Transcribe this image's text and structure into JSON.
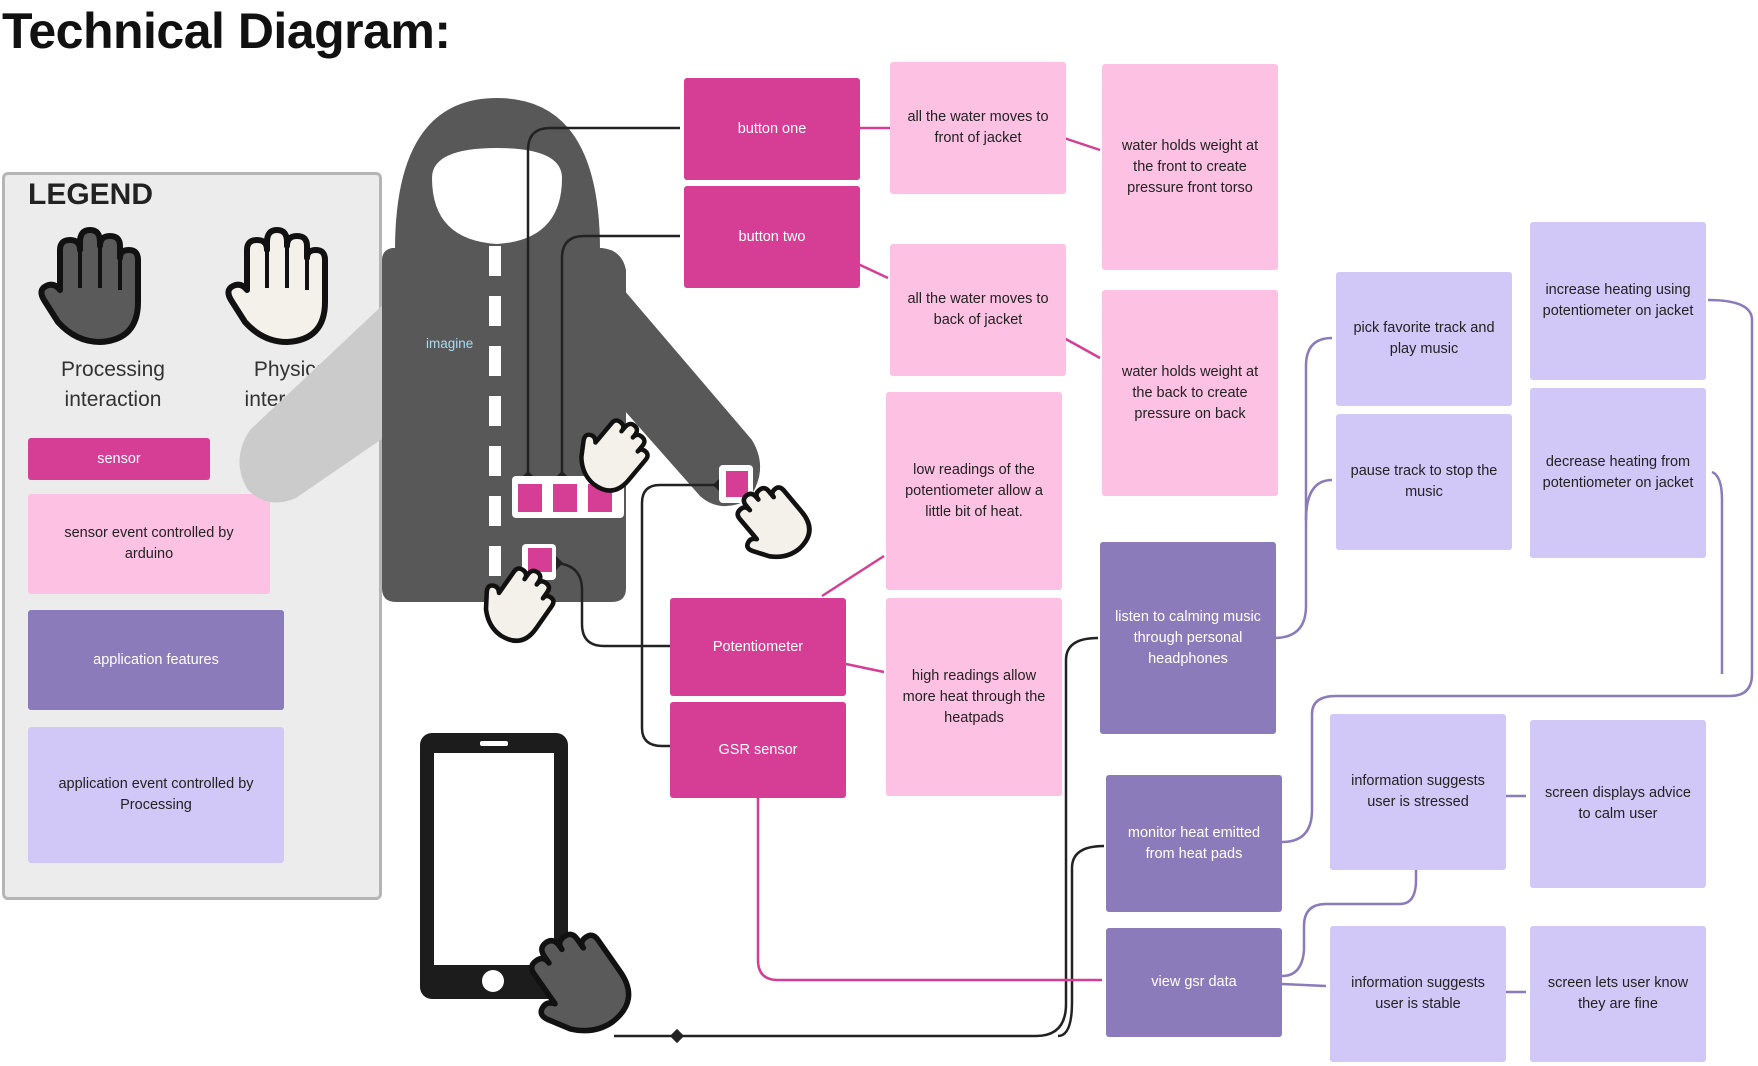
{
  "title": "Technical Diagram:",
  "legend": {
    "title": "LEGEND",
    "processing_label": "Processing interaction",
    "physical_label": "Physical interaction",
    "sensor": "sensor",
    "sensor_event": "sensor event controlled by arduino",
    "app_features": "application features",
    "app_event": "application event controlled by Processing"
  },
  "jacket_label": "imagine",
  "colors": {
    "sensor": "#d63d94",
    "sensor_event": "#fdc1e3",
    "app_feature": "#8b7bbb",
    "app_event": "#d2c8f8",
    "jacket": "#585858"
  },
  "nodes": {
    "button_one": "button one",
    "button_two": "button two",
    "potentiometer": "Potentiometer",
    "gsr_sensor": "GSR sensor",
    "water_front": "all the water moves to front of jacket",
    "water_back": "all the water moves to back of jacket",
    "weight_front": "water holds weight at the front to create pressure front torso",
    "weight_back": "water holds weight at the back to create pressure on back",
    "low_readings": "low readings of the potentiometer allow a little bit of heat.",
    "high_readings": "high readings allow more heat through the heatpads",
    "listen_music": "listen to calming music through personal headphones",
    "monitor_heat": "monitor heat emitted from heat pads",
    "view_gsr": "view gsr data",
    "pick_track": "pick favorite track and play music",
    "pause_track": "pause track to stop the music",
    "increase_heat": "increase heating using potentiometer on jacket",
    "decrease_heat": "decrease heating from potentiometer on jacket",
    "info_stressed": "information suggests user is stressed",
    "info_stable": "information suggests user is stable",
    "advice_calm": "screen displays advice to calm user",
    "user_fine": "screen lets user know they are fine"
  }
}
